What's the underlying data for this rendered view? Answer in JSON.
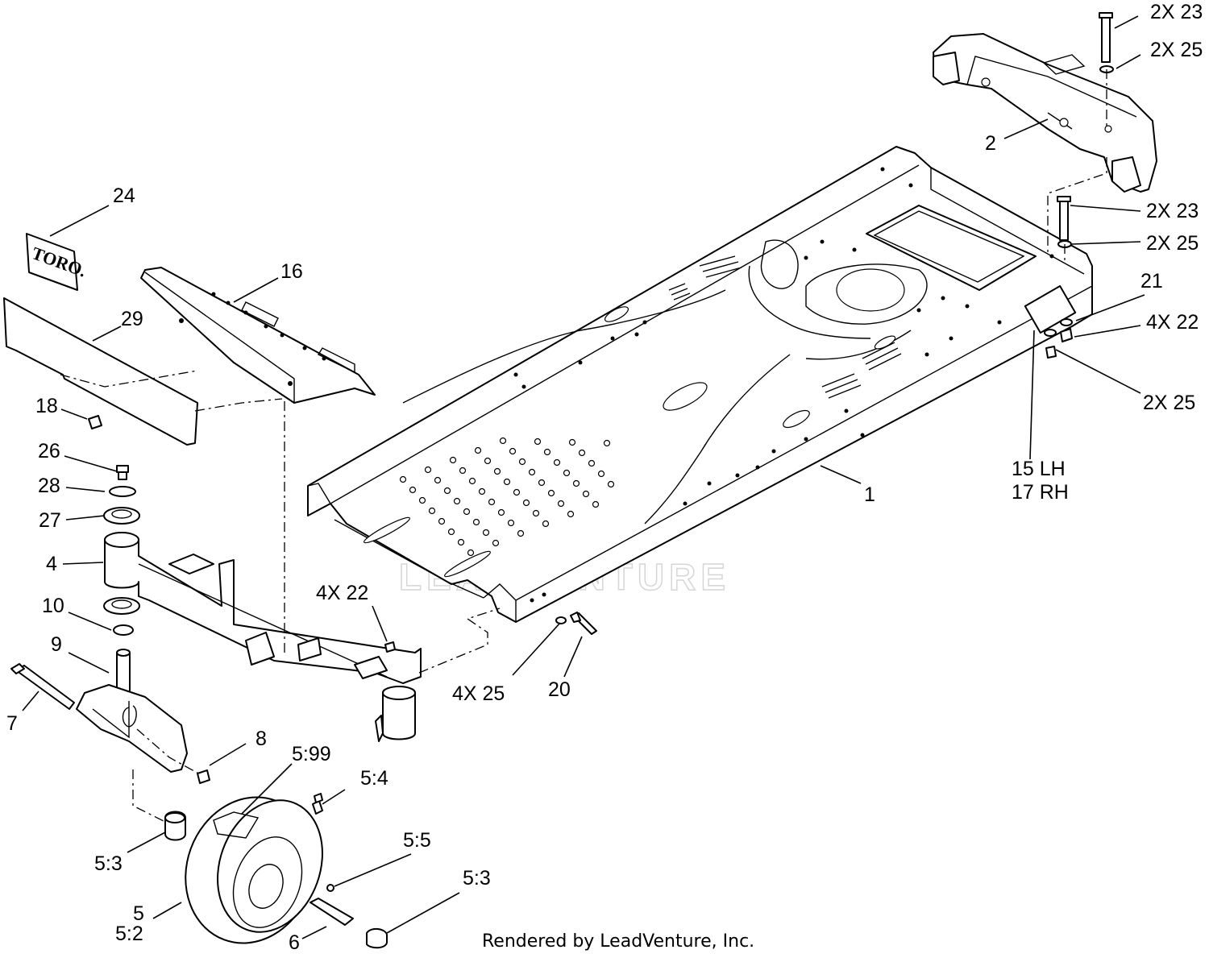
{
  "diagram": {
    "watermark": "LEADVENTURE",
    "footer": "Rendered by LeadVenture, Inc.",
    "decal_logo": "TORO.",
    "callouts": [
      {
        "id": "c-2x23-top",
        "text": "2X 23"
      },
      {
        "id": "c-2x25-top",
        "text": "2X 25"
      },
      {
        "id": "c-2",
        "text": "2"
      },
      {
        "id": "c-2x23-mid",
        "text": "2X 23"
      },
      {
        "id": "c-2x25-mid",
        "text": "2X 25"
      },
      {
        "id": "c-21",
        "text": "21"
      },
      {
        "id": "c-4x22-right",
        "text": "4X 22"
      },
      {
        "id": "c-2x25-low",
        "text": "2X 25"
      },
      {
        "id": "c-15lh",
        "text": "15  LH"
      },
      {
        "id": "c-17rh",
        "text": "17  RH"
      },
      {
        "id": "c-1",
        "text": "1"
      },
      {
        "id": "c-24",
        "text": "24"
      },
      {
        "id": "c-16",
        "text": "16"
      },
      {
        "id": "c-29",
        "text": "29"
      },
      {
        "id": "c-18",
        "text": "18"
      },
      {
        "id": "c-26",
        "text": "26"
      },
      {
        "id": "c-28",
        "text": "28"
      },
      {
        "id": "c-27",
        "text": "27"
      },
      {
        "id": "c-4",
        "text": "4"
      },
      {
        "id": "c-4x22-left",
        "text": "4X  22"
      },
      {
        "id": "c-10",
        "text": "10"
      },
      {
        "id": "c-9",
        "text": "9"
      },
      {
        "id": "c-4x25",
        "text": "4X 25"
      },
      {
        "id": "c-20",
        "text": "20"
      },
      {
        "id": "c-7",
        "text": "7"
      },
      {
        "id": "c-8",
        "text": "8"
      },
      {
        "id": "c-5-99",
        "text": "5:99"
      },
      {
        "id": "c-5-4",
        "text": "5:4"
      },
      {
        "id": "c-5-5",
        "text": "5:5"
      },
      {
        "id": "c-5-3-left",
        "text": "5:3"
      },
      {
        "id": "c-5-3-right",
        "text": "5:3"
      },
      {
        "id": "c-5",
        "text": "5"
      },
      {
        "id": "c-5-2",
        "text": "5:2"
      },
      {
        "id": "c-6",
        "text": "6"
      }
    ]
  }
}
